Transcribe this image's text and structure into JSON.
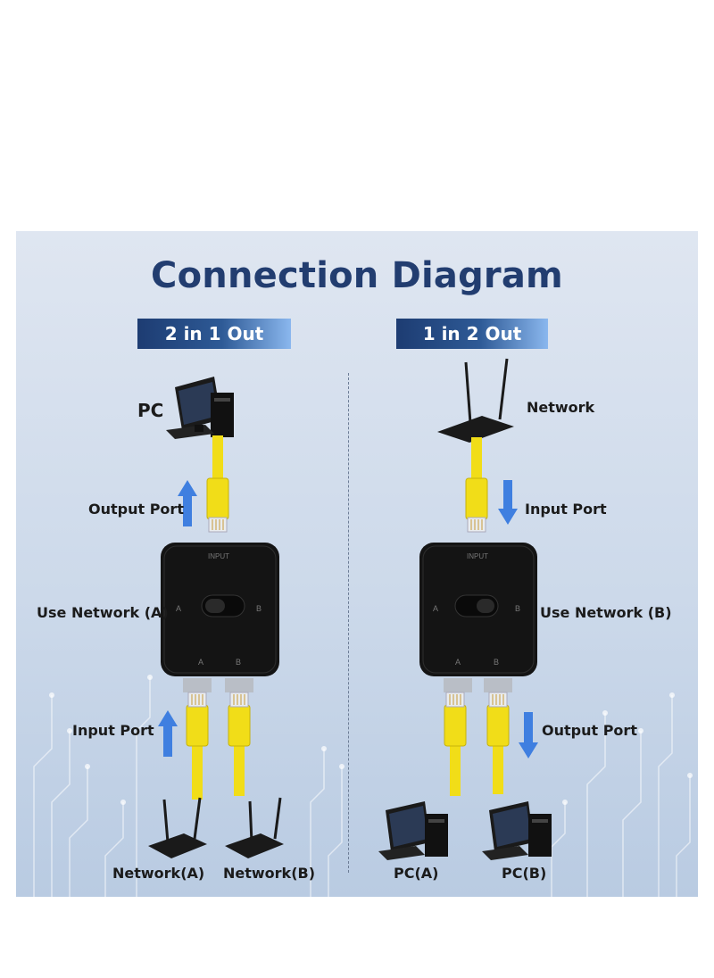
{
  "title": "Connection Diagram",
  "left": {
    "tag": "2 in 1 Out",
    "pc_label": "PC",
    "output_label": "Output Port",
    "use_label": "Use Network (A)",
    "input_label": "Input Port",
    "network_a": "Network(A)",
    "network_b": "Network(B)"
  },
  "right": {
    "tag": "1 in 2 Out",
    "network_label": "Network",
    "input_label": "Input Port",
    "use_label": "Use Network (B)",
    "output_label": "Output Port",
    "pc_a": "PC(A)",
    "pc_b": "PC(B)"
  },
  "device": {
    "top_label": "INPUT",
    "side_a": "A",
    "side_b": "B",
    "port_a": "A",
    "port_b": "B"
  },
  "colors": {
    "title": "#223d70",
    "tag_dark": "#1d3c72",
    "tag_light": "#8ab7ee",
    "cable": "#f1dd18",
    "arrow": "#3f7fe0",
    "device": "#141414"
  }
}
